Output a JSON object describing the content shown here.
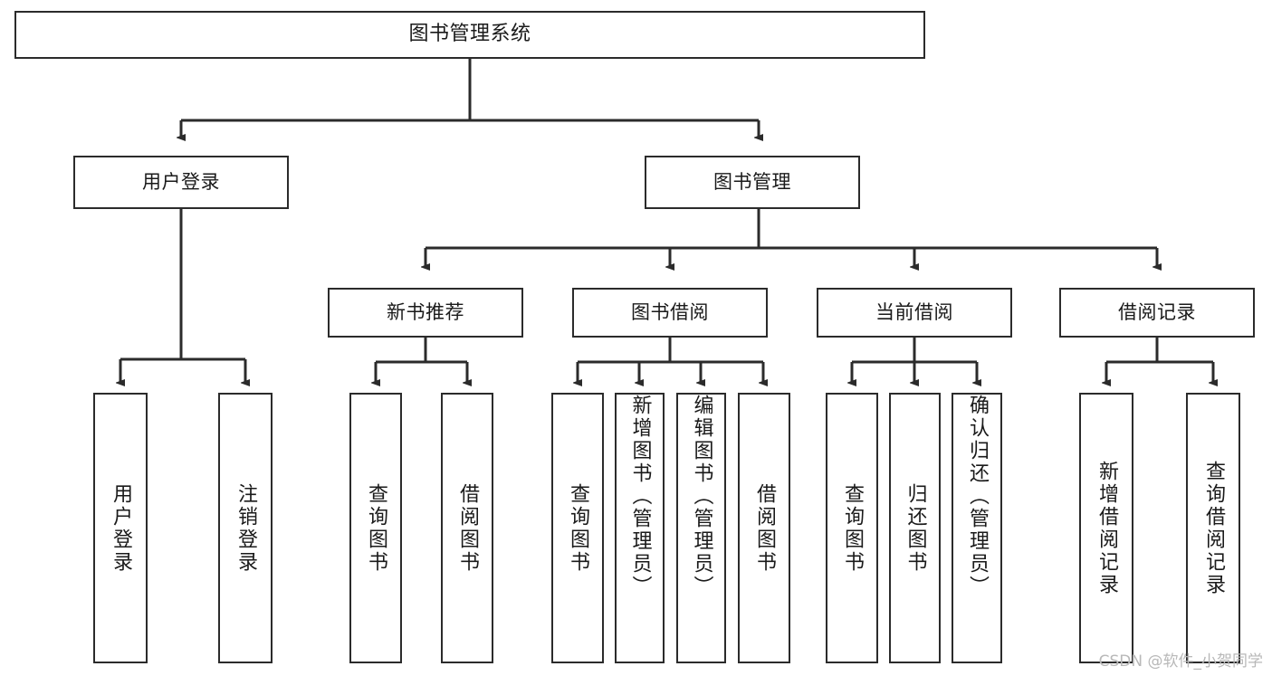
{
  "diagram": {
    "title": "图书管理系统",
    "type": "tree",
    "watermark": "CSDN @软件_小贺同学",
    "colors": {
      "background": "#ffffff",
      "box_border": "#2b2b2b",
      "box_fill": "#ffffff",
      "connector": "#2b2b2b",
      "text": "#1a1a1a",
      "watermark": "#b8b8b8"
    },
    "levels": {
      "root": [
        "图书管理系统"
      ],
      "level1": [
        "用户登录",
        "图书管理"
      ],
      "level2": [
        "新书推荐",
        "图书借阅",
        "当前借阅",
        "借阅记录"
      ],
      "leaves": [
        "用户登录",
        "注销登录",
        "查询图书",
        "借阅图书",
        "查询图书",
        "新增图书（管理员）",
        "编辑图书（管理员）",
        "借阅图书",
        "查询图书",
        "归还图书",
        "确认归还（管理员）",
        "新增借阅记录",
        "查询借阅记录"
      ]
    },
    "nodes": {
      "root": {
        "label": "图书管理系统"
      },
      "user_login": {
        "label": "用户登录"
      },
      "book_manage": {
        "label": "图书管理"
      },
      "new_book_rec": {
        "label": "新书推荐"
      },
      "book_borrow": {
        "label": "图书借阅"
      },
      "current_borrow": {
        "label": "当前借阅"
      },
      "borrow_record": {
        "label": "借阅记录"
      },
      "leaf_user_login": {
        "label": "用户登录"
      },
      "leaf_logout": {
        "label": "注销登录"
      },
      "leaf_query_book_1": {
        "label": "查询图书"
      },
      "leaf_borrow_book_1": {
        "label": "借阅图书"
      },
      "leaf_query_book_2": {
        "label": "查询图书"
      },
      "leaf_add_book": {
        "label": "新增图书（管理员）"
      },
      "leaf_edit_book": {
        "label": "编辑图书（管理员）"
      },
      "leaf_borrow_book_2": {
        "label": "借阅图书"
      },
      "leaf_query_book_3": {
        "label": "查询图书"
      },
      "leaf_return_book": {
        "label": "归还图书"
      },
      "leaf_confirm_return": {
        "label": "确认归还（管理员）"
      },
      "leaf_add_record": {
        "label": "新增借阅记录"
      },
      "leaf_query_record": {
        "label": "查询借阅记录"
      }
    }
  }
}
